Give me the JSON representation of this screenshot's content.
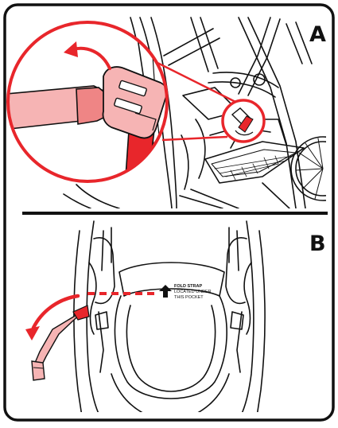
{
  "panels": [
    {
      "step_label": "A"
    },
    {
      "step_label": "B"
    }
  ],
  "pocket_label": {
    "line1": "FOLD STRAP",
    "line2": "LOCATED UNDER",
    "line3": "THIS POCKET"
  },
  "colors": {
    "accent_red": "#e8262b",
    "light_red": "#f6b4b4",
    "mid_red": "#ef8585",
    "line": "#111111",
    "border": "#111111"
  },
  "icons": {
    "rotate_arrow": "curved-arrow-icon",
    "pull_arrow": "curved-arrow-icon",
    "pocket_arrow": "up-arrow-icon"
  }
}
